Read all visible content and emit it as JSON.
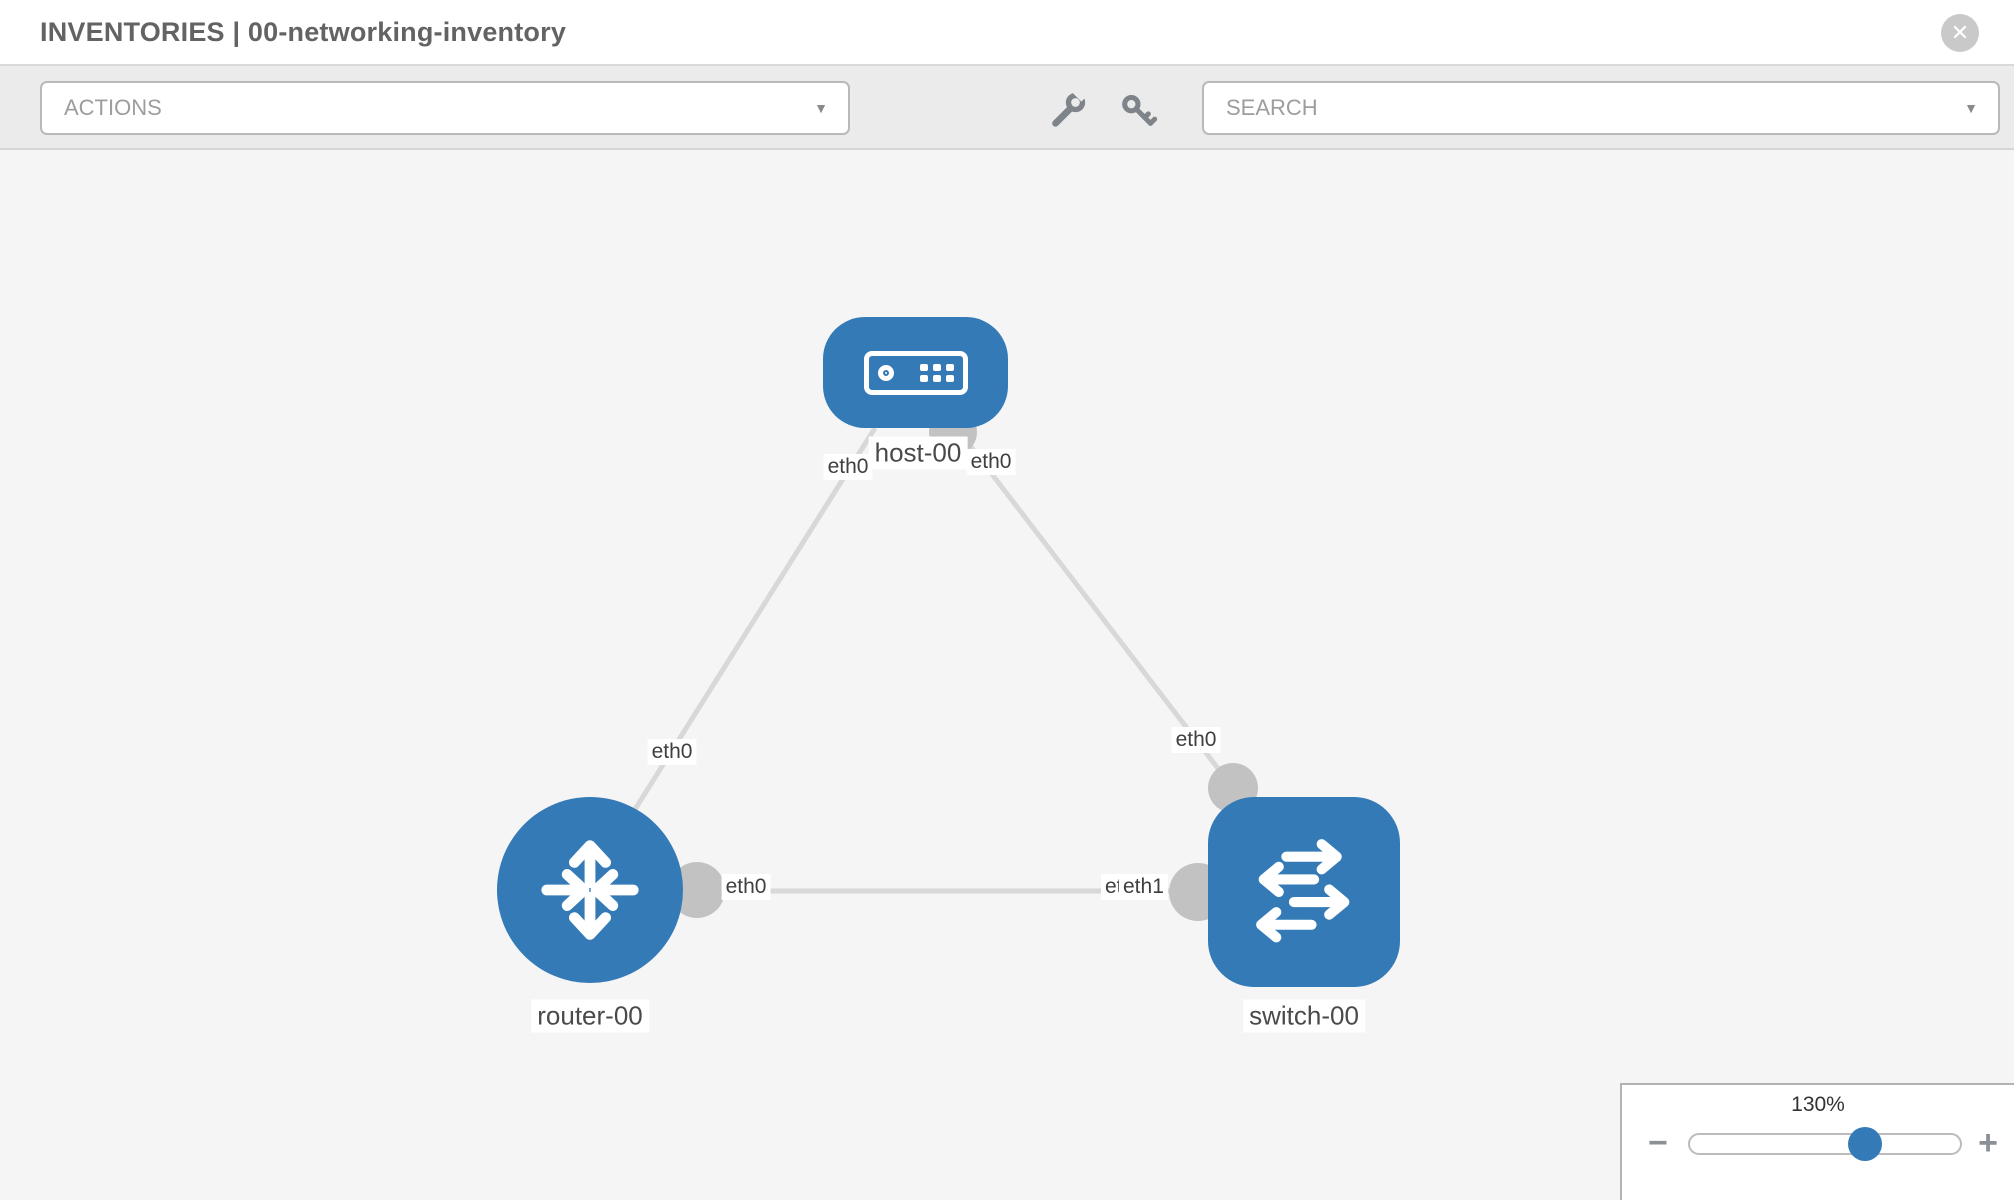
{
  "header": {
    "title": "INVENTORIES | 00-networking-inventory",
    "close_glyph": "✕"
  },
  "toolbar": {
    "actions_label": "ACTIONS",
    "search_placeholder": "SEARCH",
    "caret_glyph": "▼",
    "icons": [
      "wrench-icon",
      "key-icon"
    ]
  },
  "topology": {
    "nodes": [
      {
        "id": "host-00",
        "label": "host-00",
        "type": "host"
      },
      {
        "id": "router-00",
        "label": "router-00",
        "type": "router"
      },
      {
        "id": "switch-00",
        "label": "switch-00",
        "type": "switch"
      }
    ],
    "links": [
      {
        "from": "host-00",
        "to": "router-00",
        "from_interface": "eth0",
        "to_interface": "eth0"
      },
      {
        "from": "host-00",
        "to": "switch-00",
        "from_interface": "eth0",
        "to_interface": "eth0"
      },
      {
        "from": "router-00",
        "to": "switch-00",
        "from_interface": "eth0",
        "to_interface": "eth1"
      }
    ],
    "interface_labels": [
      {
        "text": "eth0",
        "near": "host-left"
      },
      {
        "text": "eth0",
        "near": "host-right"
      },
      {
        "text": "eth0",
        "near": "router-top"
      },
      {
        "text": "eth0",
        "near": "switch-top"
      },
      {
        "text": "eth0",
        "near": "router-right"
      },
      {
        "text": "eth0",
        "near": "switch-left-under"
      },
      {
        "text": "eth1",
        "near": "switch-left-over"
      }
    ]
  },
  "zoom_control": {
    "level": "130%",
    "minus_glyph": "−",
    "plus_glyph": "+"
  },
  "colors": {
    "node_blue": "#337ab7",
    "link_gray": "#d8d8d8",
    "port_gray": "#c2c2c2",
    "toolbar_bg": "#ebebeb",
    "canvas_bg": "#f5f5f6"
  }
}
